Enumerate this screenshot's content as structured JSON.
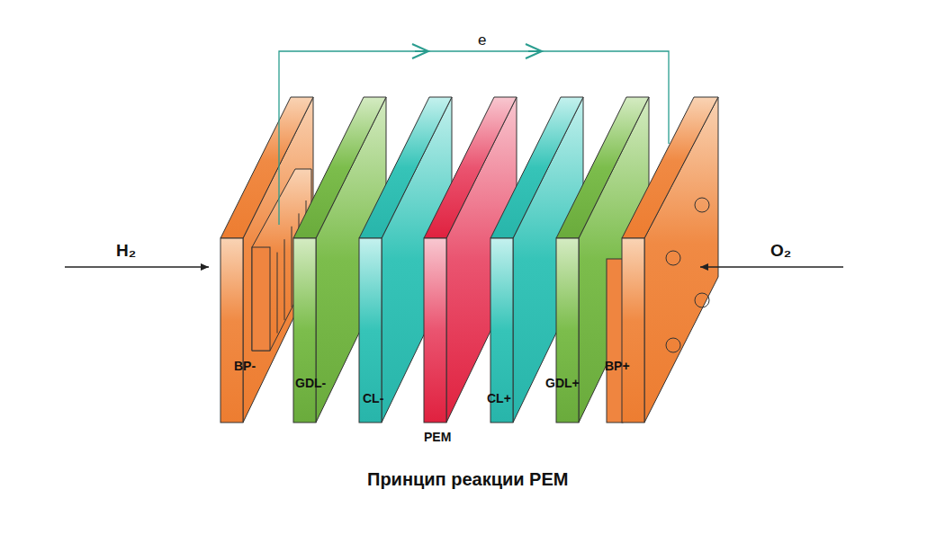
{
  "diagram": {
    "caption": "Принцип реакции PEM",
    "labels": [
      "H₂",
      "e",
      "O₂",
      "BP-",
      "GDL-",
      "CL-",
      "PEM",
      "CL+",
      "GDL+",
      "BP+"
    ]
  }
}
